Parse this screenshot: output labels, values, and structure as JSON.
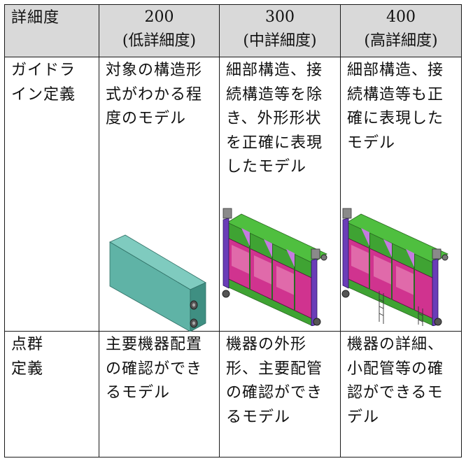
{
  "header": {
    "corner": "詳細度",
    "levels": [
      {
        "num": "200",
        "sub": "(低詳細度)"
      },
      {
        "num": "300",
        "sub": "(中詳細度)"
      },
      {
        "num": "400",
        "sub": "(高詳細度)"
      }
    ]
  },
  "rows": [
    {
      "label": "ガイドライン定義",
      "cells": [
        "対象の構造形式がわかる程度のモデル",
        "細部構造、接続構造等を除き、外形形状を正確に表現したモデル",
        "細部構造、接続構造等も正確に表現したモデル"
      ]
    },
    {
      "label": "点群定義",
      "cells": [
        "主要機器配置の確認ができるモデル",
        "機器の外形形、主要配管の確認ができるモデル",
        "機器の詳細、小配管等の確認ができるモデル"
      ]
    }
  ],
  "colors": {
    "header_bg": "#d9d9d9",
    "block_front": "#5fb3a6",
    "block_top": "#7fcbbf",
    "block_side": "#3f8f82",
    "frame_green": "#4fbf3f",
    "frame_magenta": "#d0338f",
    "frame_purple": "#6a3db8",
    "frame_gray": "#8a8a8a"
  }
}
